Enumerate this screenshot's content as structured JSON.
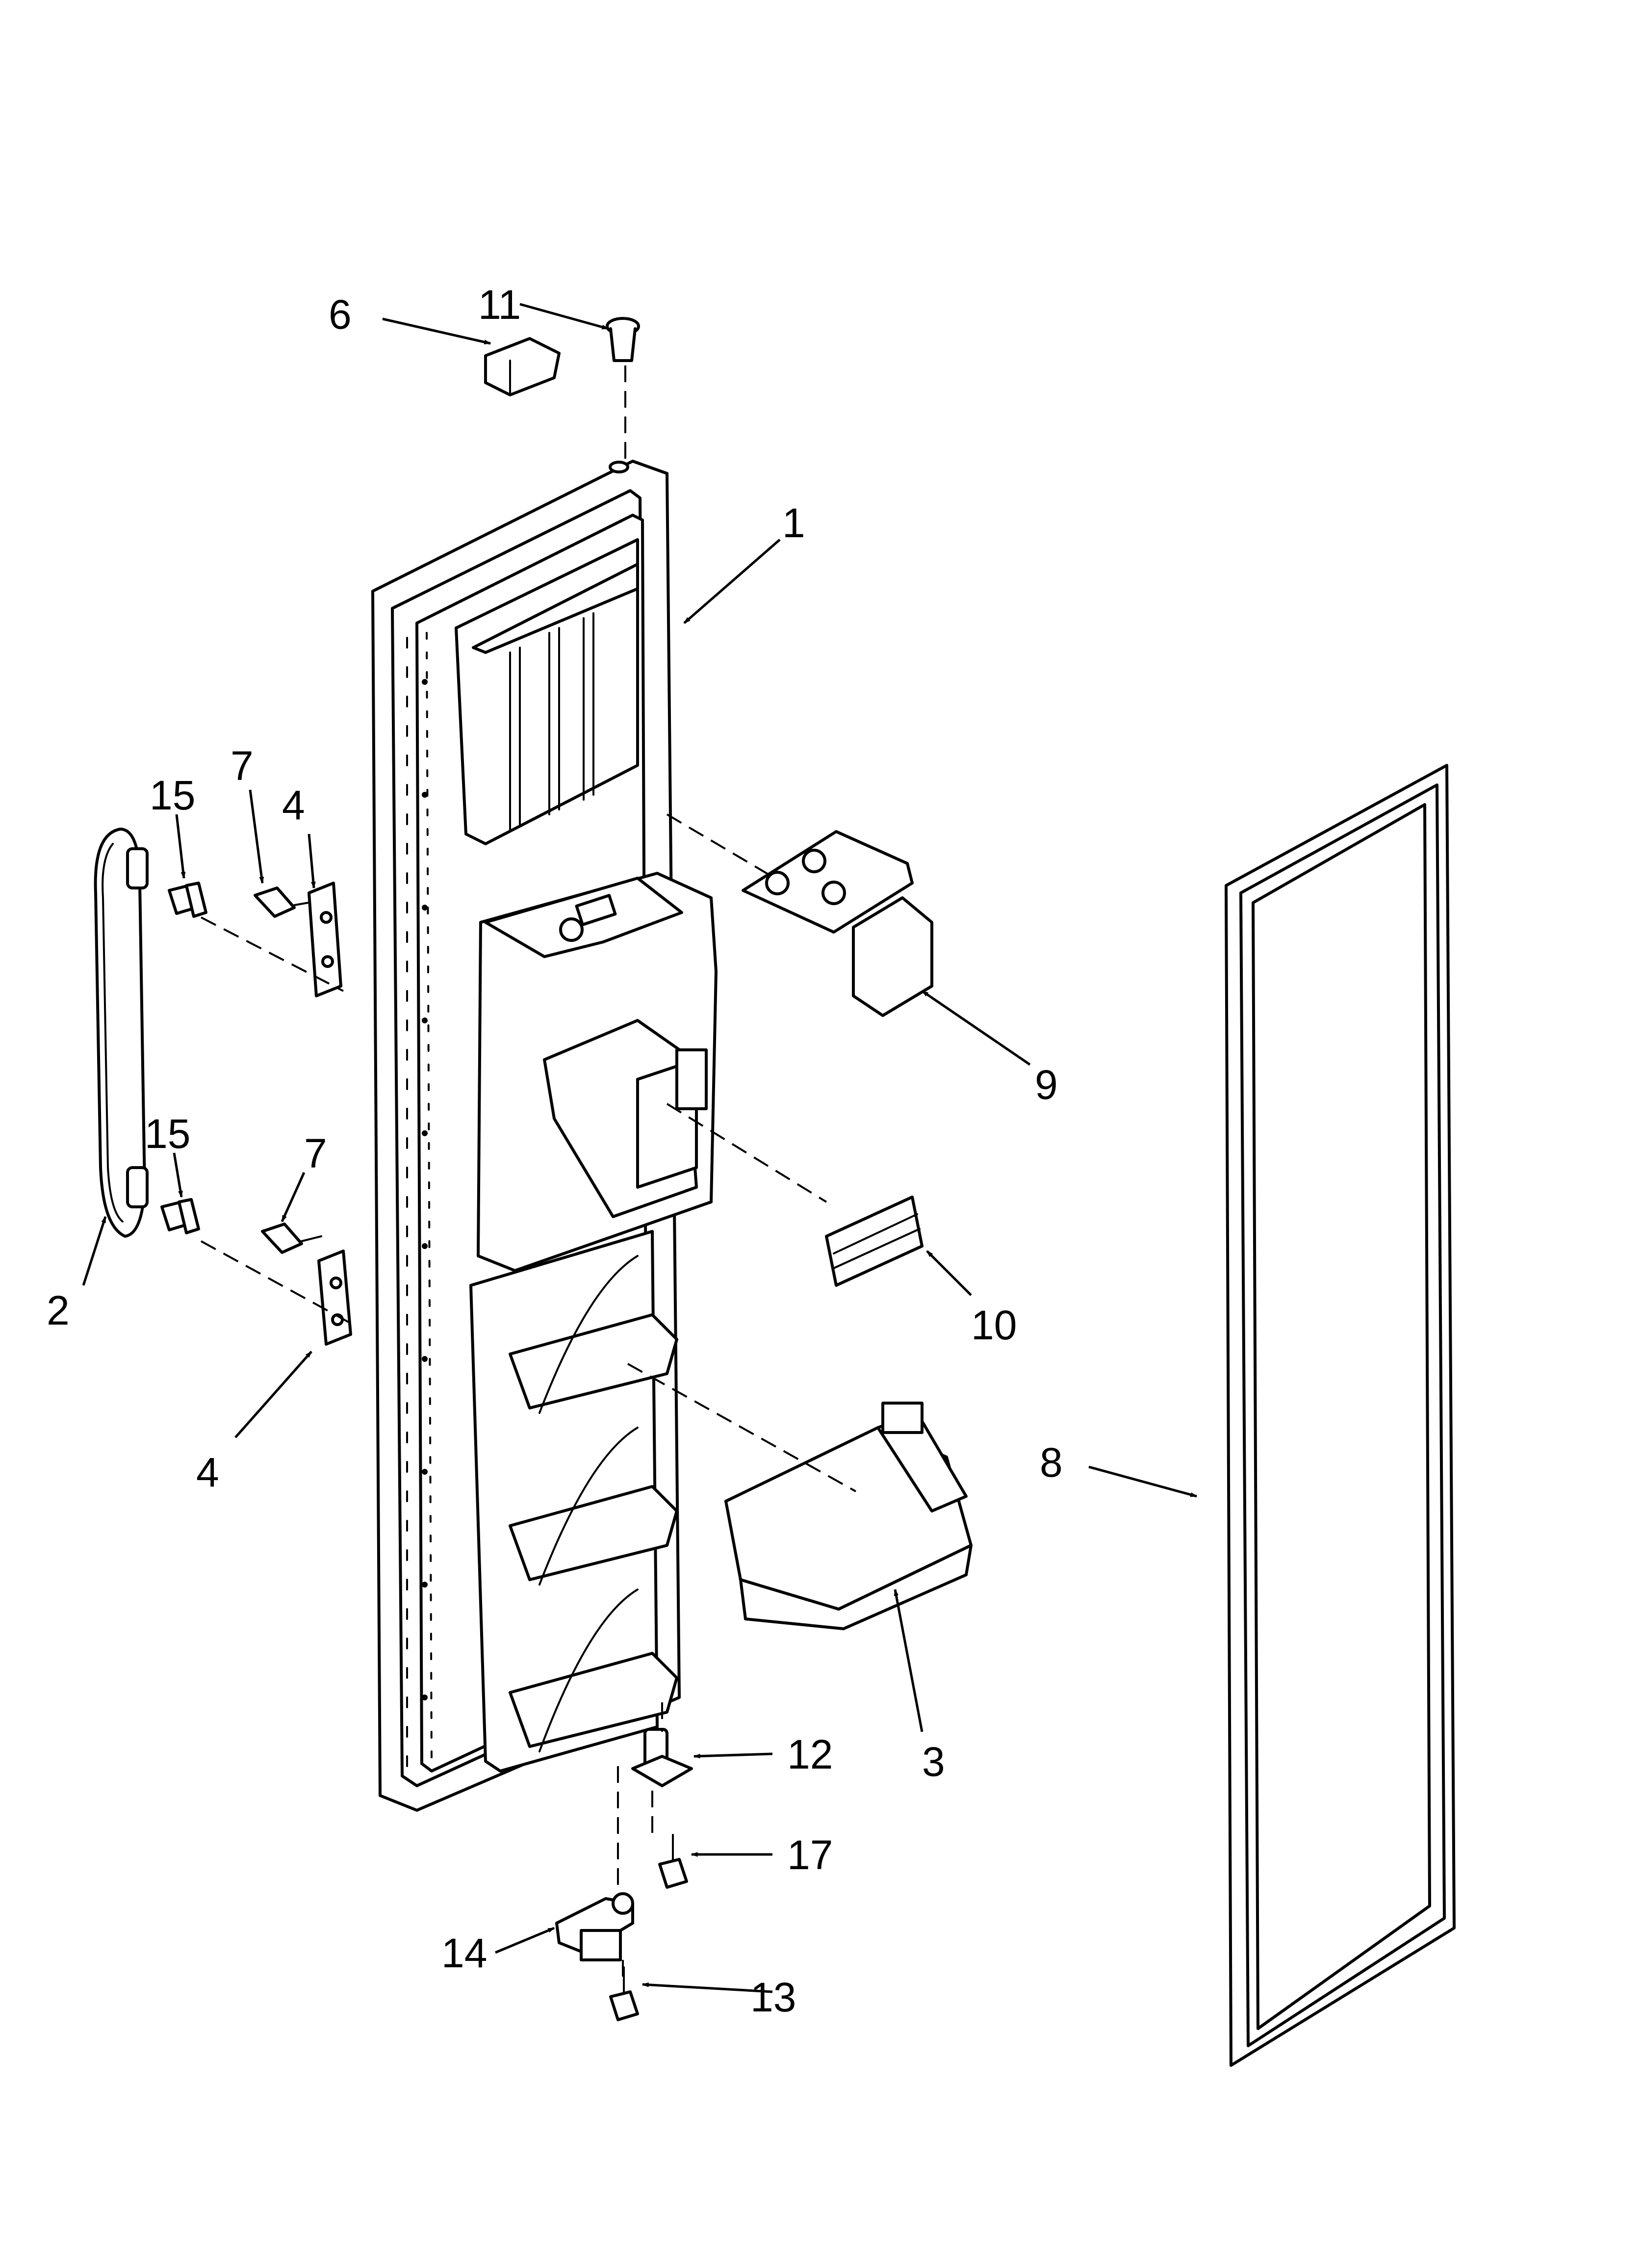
{
  "callouts": [
    {
      "id": "c1",
      "text": "1"
    },
    {
      "id": "c2",
      "text": "2"
    },
    {
      "id": "c3",
      "text": "3"
    },
    {
      "id": "c4a",
      "text": "4"
    },
    {
      "id": "c4b",
      "text": "4"
    },
    {
      "id": "c6",
      "text": "6"
    },
    {
      "id": "c7a",
      "text": "7"
    },
    {
      "id": "c7b",
      "text": "7"
    },
    {
      "id": "c8",
      "text": "8"
    },
    {
      "id": "c9",
      "text": "9"
    },
    {
      "id": "c10",
      "text": "10"
    },
    {
      "id": "c11",
      "text": "11"
    },
    {
      "id": "c12",
      "text": "12"
    },
    {
      "id": "c13",
      "text": "13"
    },
    {
      "id": "c14",
      "text": "14"
    },
    {
      "id": "c15a",
      "text": "15"
    },
    {
      "id": "c15b",
      "text": "15"
    },
    {
      "id": "c17",
      "text": "17"
    }
  ]
}
